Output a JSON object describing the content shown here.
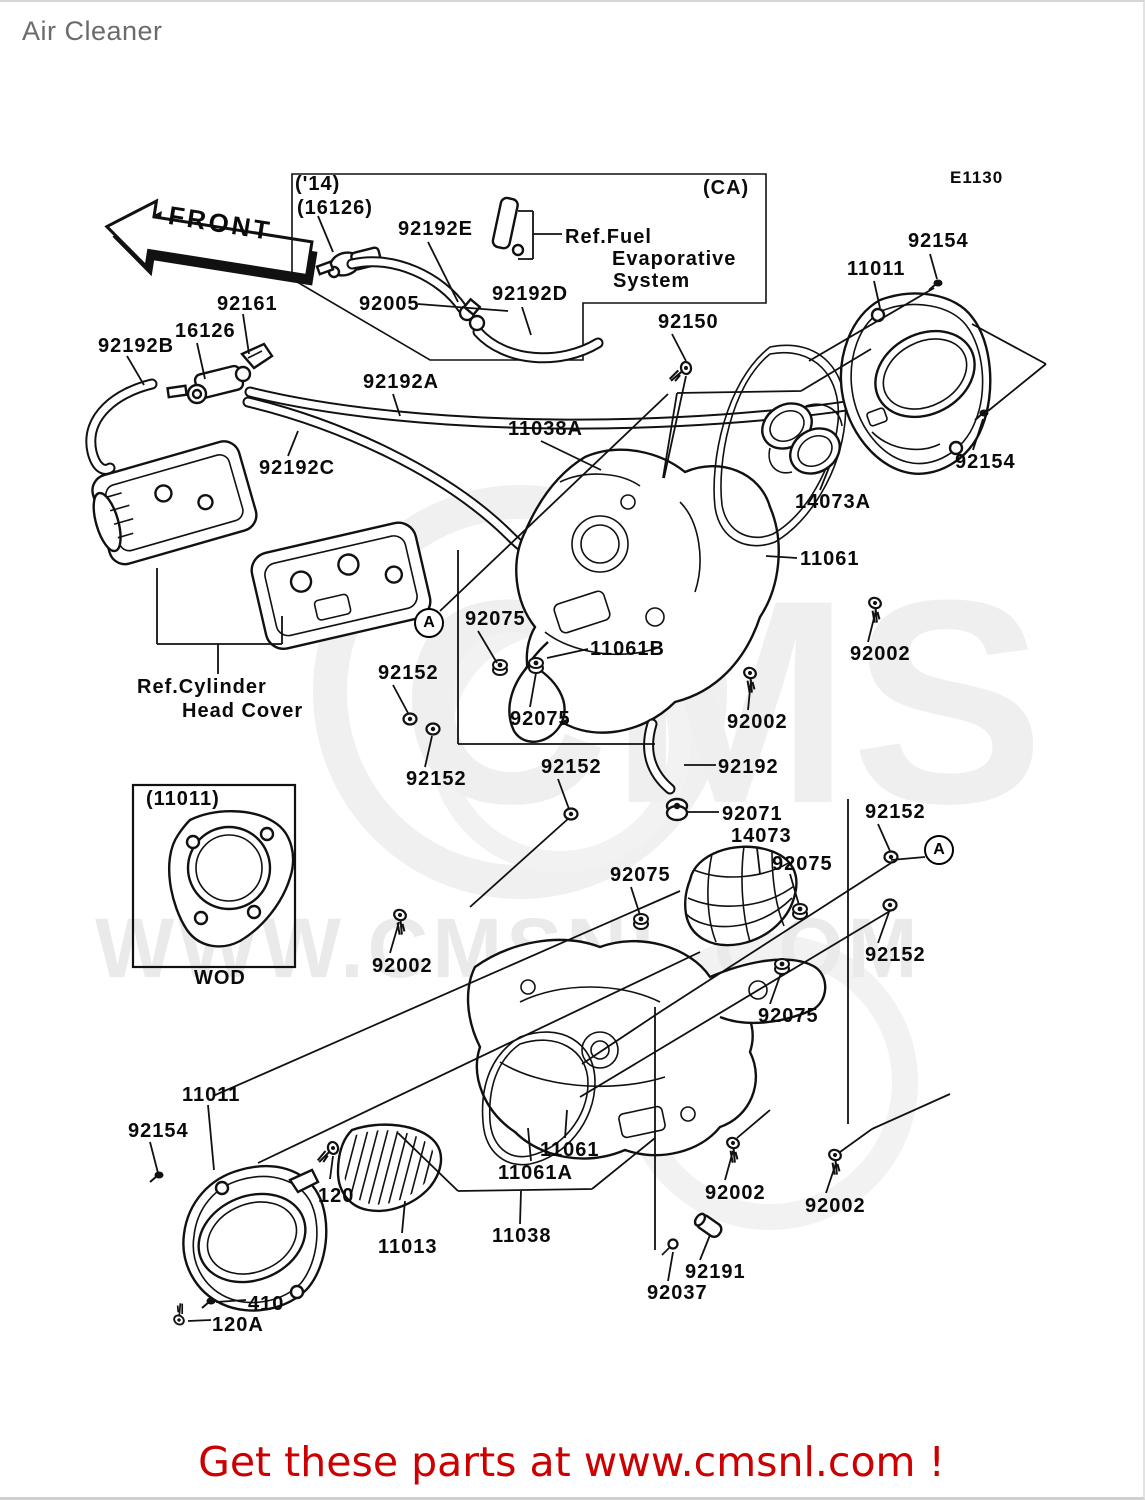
{
  "page": {
    "title": "Air Cleaner",
    "diagram_code": "E1130",
    "footer_text": "Get these parts at www.cmsnl.com !",
    "footer_color": "#cc0000",
    "title_color": "#6b6b6b",
    "line_color": "#111111",
    "background_color": "#ffffff"
  },
  "watermark": {
    "line1": "CMS",
    "line2": "WWW.CMSNL.COM"
  },
  "front_arrow": {
    "label": "FRONT"
  },
  "insets": {
    "evap_box": {
      "note_year": "('14)",
      "note_part": "(16126)",
      "region": "(CA)",
      "ref_line1": "Ref.Fuel",
      "ref_line2": "Evaporative",
      "ref_line3": "System"
    },
    "wod_box": {
      "part": "(11011)",
      "caption": "WOD"
    }
  },
  "ref_labels": {
    "cyl_head_1": "Ref.Cylinder",
    "cyl_head_2": "Head Cover"
  },
  "markers": {
    "a1": "A",
    "a2": "A"
  },
  "part_labels": [
    {
      "text": "92192E"
    },
    {
      "text": "92005"
    },
    {
      "text": "92192D"
    },
    {
      "text": "92150"
    },
    {
      "text": "92161"
    },
    {
      "text": "16126"
    },
    {
      "text": "92192B"
    },
    {
      "text": "92192A"
    },
    {
      "text": "92192C"
    },
    {
      "text": "11038A"
    },
    {
      "text": "92154"
    },
    {
      "text": "11011"
    },
    {
      "text": "92154"
    },
    {
      "text": "14073A"
    },
    {
      "text": "11061"
    },
    {
      "text": "92075"
    },
    {
      "text": "11061B"
    },
    {
      "text": "92152"
    },
    {
      "text": "92075"
    },
    {
      "text": "92152"
    },
    {
      "text": "92152"
    },
    {
      "text": "92192"
    },
    {
      "text": "92002"
    },
    {
      "text": "92002"
    },
    {
      "text": "92071"
    },
    {
      "text": "14073"
    },
    {
      "text": "92075"
    },
    {
      "text": "92152"
    },
    {
      "text": "92075"
    },
    {
      "text": "92152"
    },
    {
      "text": "92075"
    },
    {
      "text": "92002"
    },
    {
      "text": "11011"
    },
    {
      "text": "92154"
    },
    {
      "text": "120"
    },
    {
      "text": "11013"
    },
    {
      "text": "410"
    },
    {
      "text": "120A"
    },
    {
      "text": "11061"
    },
    {
      "text": "11061A"
    },
    {
      "text": "11038"
    },
    {
      "text": "92002"
    },
    {
      "text": "92002"
    },
    {
      "text": "92191"
    },
    {
      "text": "92037"
    }
  ]
}
